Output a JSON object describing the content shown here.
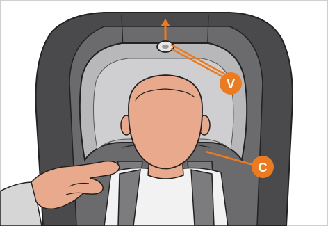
{
  "callouts": [
    {
      "id": "v",
      "label": "V"
    },
    {
      "id": "c",
      "label": "C"
    }
  ],
  "colors": {
    "accent_orange": "#ec7a1f",
    "seat_dark": "#4a4a4c",
    "seat_mid": "#6b6b6d",
    "headrest_light": "#b8b8ba",
    "headrest_inner": "#cfcfd1",
    "harness_strap": "#7c7c7e",
    "skin": "#e8a98c",
    "shirt": "#f2f2f2",
    "sleeve": "#d6d6d6",
    "outline": "#222222"
  },
  "icons": {
    "up_arrow": "arrow-up-icon",
    "adjuster_button": "headrest-adjuster-icon"
  }
}
